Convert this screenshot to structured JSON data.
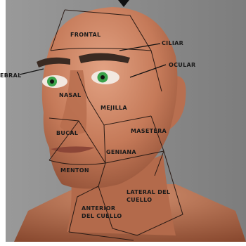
{
  "labels": {
    "frontal": "FRONTAL",
    "ciliar": "CILIAR",
    "ocular": "OCULAR",
    "palpebral_partial": "EBRAL",
    "nasal": "NASAL",
    "mejilla": "MEJILLA",
    "masetera": "MASETERA",
    "bucal": "BUCAL",
    "geniana": "GENIANA",
    "menton": "MENTON",
    "lateral_cuello_1": "LATERAL DEL",
    "lateral_cuello_2": "CUELLO",
    "anterior_cuello_1": "ANTERIOR",
    "anterior_cuello_2": "DEL CUELLO"
  },
  "colors": {
    "background": "#8a8a8a",
    "skin": "#c97f5f",
    "skin_shadow": "#9a5a40",
    "lines": "#2a1a14",
    "iris": "#3aa24a"
  }
}
